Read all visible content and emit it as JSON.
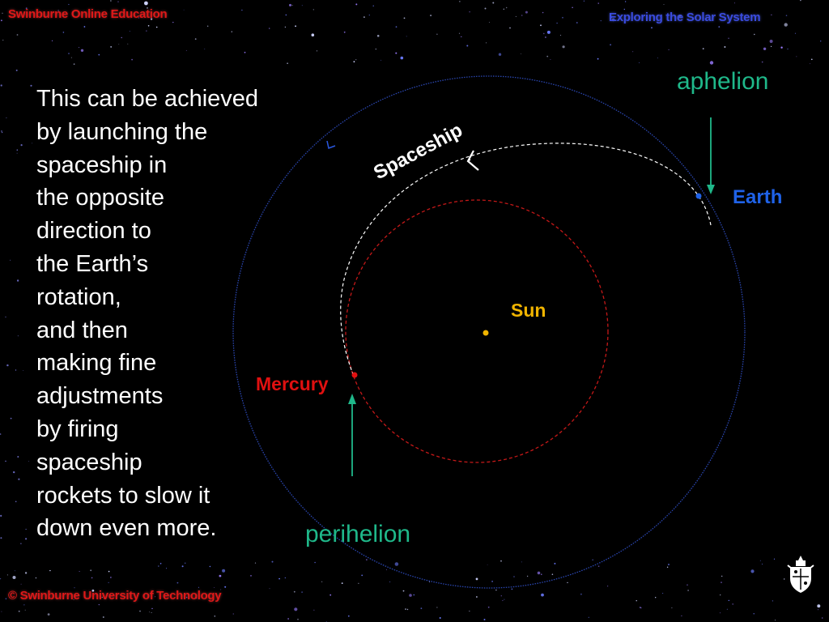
{
  "header": {
    "left_title": "Swinburne Online Education",
    "right_title": "Exploring the Solar System"
  },
  "footer": {
    "copyright": "©  Swinburne University of Technology"
  },
  "body_text": "This can be achieved\nby launching the\nspaceship in\nthe opposite\ndirection to\nthe Earth’s\nrotation,\nand then\nmaking fine\nadjustments\nby firing\nspaceship\nrockets to slow it\ndown even more.",
  "diagram": {
    "labels": {
      "aphelion": "aphelion",
      "perihelion": "perihelion",
      "earth": "Earth",
      "sun": "Sun",
      "mercury": "Mercury",
      "spaceship": "Spaceship"
    },
    "colors": {
      "earth_orbit": "#2a46b0",
      "mercury_orbit": "#c41818",
      "transfer_orbit": "#ffffff",
      "aphelion": "#1fb88a",
      "perihelion": "#1fb88a",
      "earth": "#1f62e8",
      "sun": "#f0b400",
      "mercury": "#e01010",
      "header_left": "#e01818",
      "header_right": "#3a4ce0",
      "background": "#000000"
    },
    "icons": [
      "spaceship-icon",
      "crest-icon",
      "orbit-direction-icon"
    ]
  }
}
